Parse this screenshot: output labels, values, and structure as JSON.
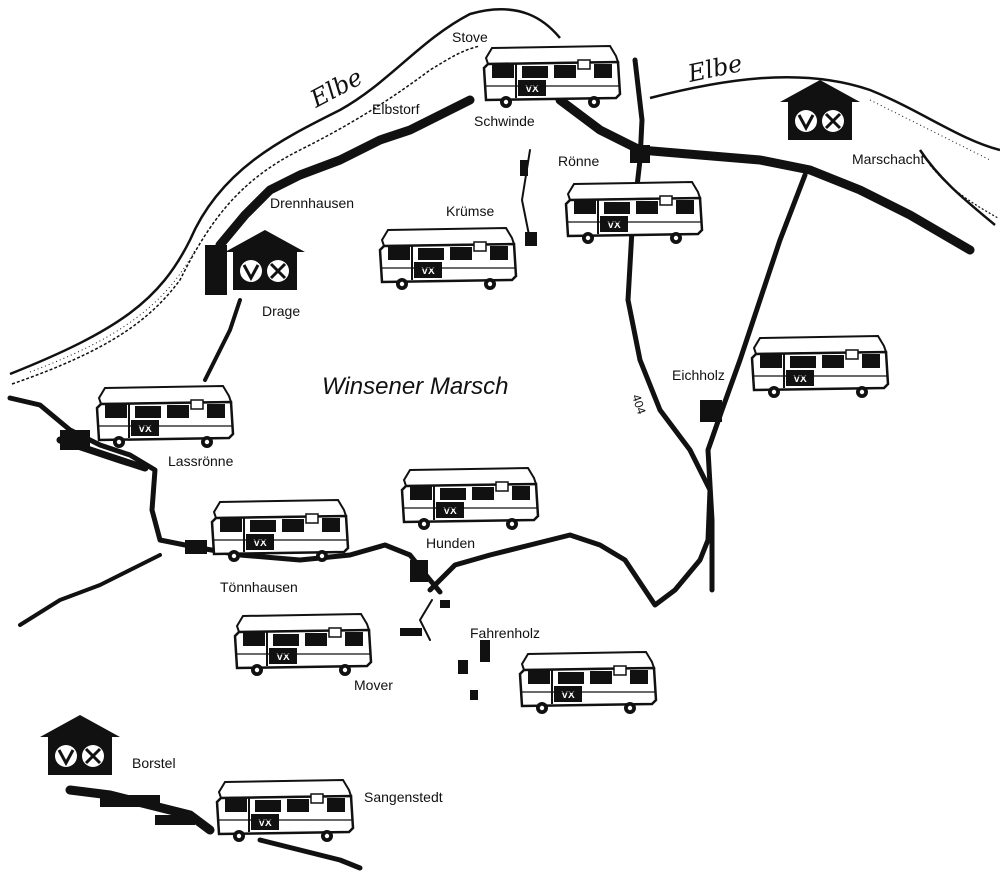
{
  "map": {
    "region_label": "Winsener Marsch",
    "river_label": "Elbe",
    "road_number": "404",
    "colors": {
      "ink": "#111111",
      "paper": "#ffffff"
    },
    "places": {
      "stove": "Stove",
      "elbstorf": "Elbstorf",
      "schwinde": "Schwinde",
      "roenne": "Rönne",
      "marschacht": "Marschacht",
      "drennhausen": "Drennhausen",
      "kruemse": "Krümse",
      "drage": "Drage",
      "eichholz": "Eichholz",
      "lassroenne": "Lassrönne",
      "hunden": "Hunden",
      "toennhausen": "Tönnhausen",
      "fahrenholz": "Fahrenholz",
      "mover": "Mover",
      "borstel": "Borstel",
      "sangenstedt": "Sangenstedt"
    },
    "logo_text": "VX",
    "icons": {
      "campsite": "campsite-house-icon",
      "motorhome": "motorhome-icon"
    }
  }
}
